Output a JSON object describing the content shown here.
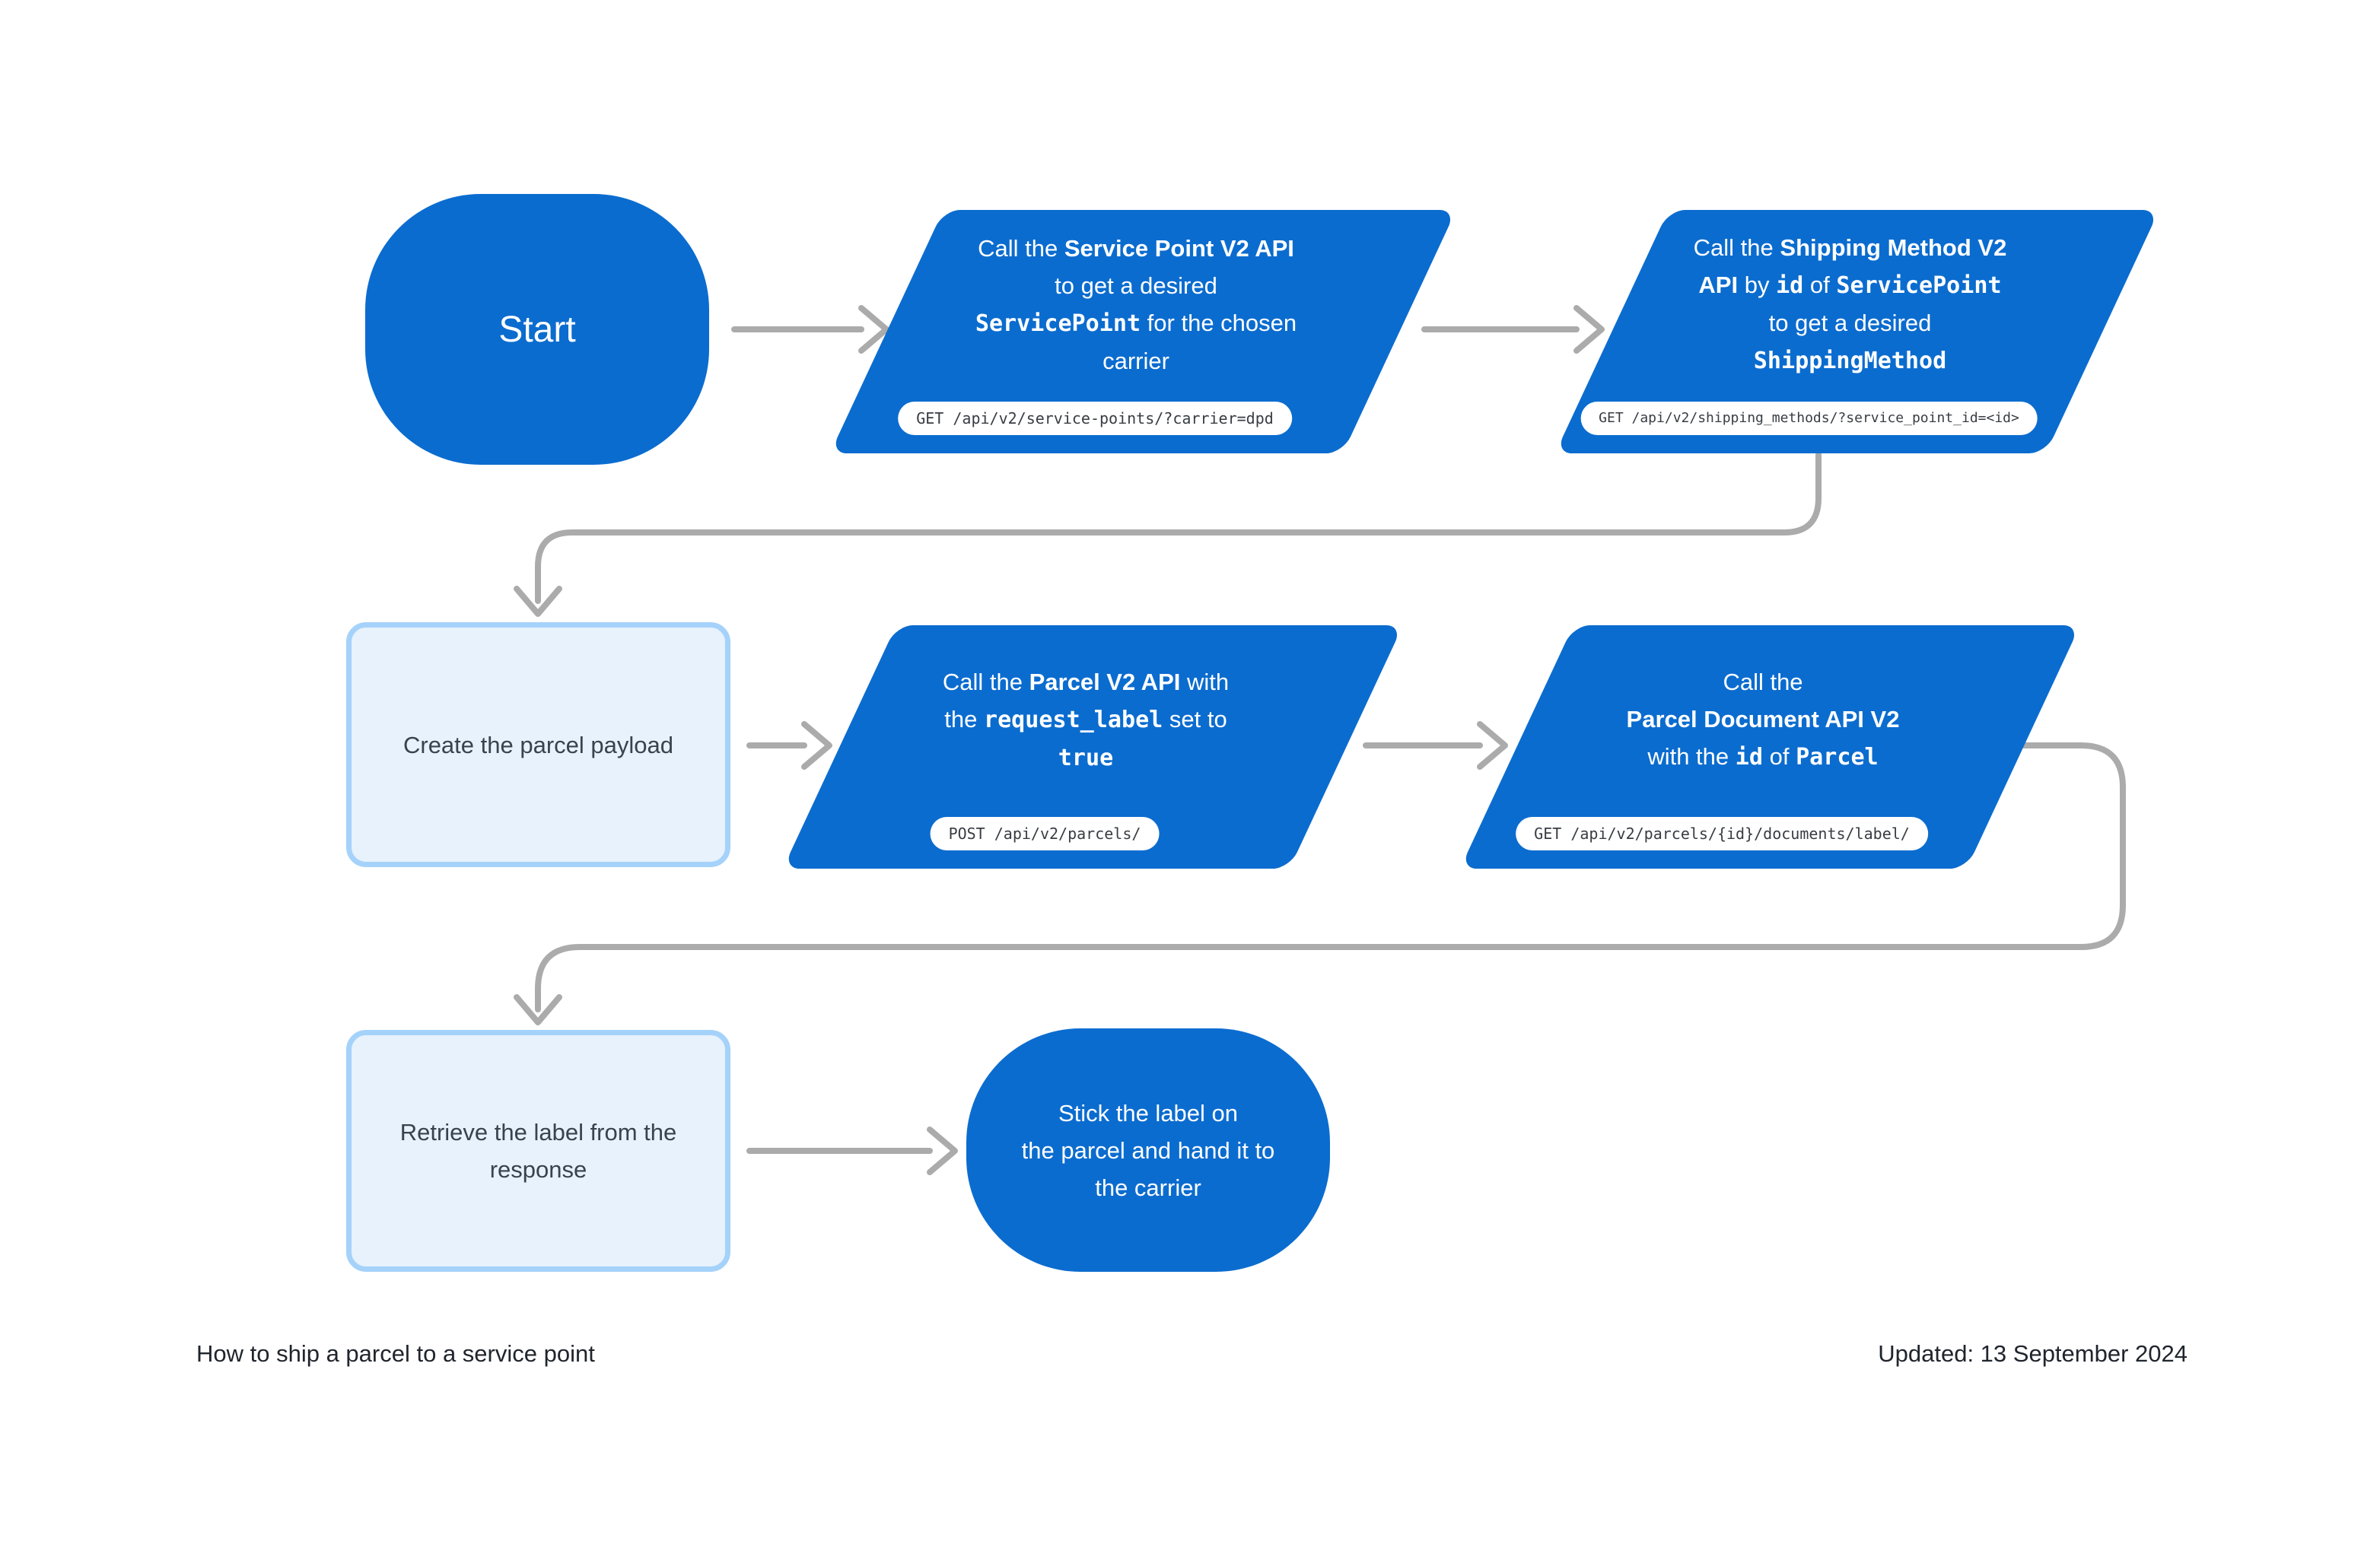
{
  "colors": {
    "primary_blue": "#0B6CCF",
    "light_fill": "#E7F2FC",
    "light_border": "#A5D2FA",
    "arrow_gray": "#ABABAB",
    "pill_bg": "#FFFFFF",
    "pill_text": "#383D44",
    "dark_text": "#3A424E",
    "caption_text": "#20252D"
  },
  "nodes": {
    "start": {
      "label": "Start"
    },
    "service_point_api": {
      "lines": [
        [
          {
            "t": "Call the ",
            "s": "r"
          },
          {
            "t": "Service Point V2 API",
            "s": "b"
          }
        ],
        [
          {
            "t": "to get a desired",
            "s": "r"
          }
        ],
        [
          {
            "t": "ServicePoint",
            "s": "m"
          },
          {
            "t": " for the chosen",
            "s": "r"
          }
        ],
        [
          {
            "t": "carrier",
            "s": "r"
          }
        ]
      ],
      "pill": "GET /api/v2/service-points/?carrier=dpd"
    },
    "shipping_method_api": {
      "lines": [
        [
          {
            "t": "Call the ",
            "s": "r"
          },
          {
            "t": "Shipping Method V2",
            "s": "b"
          }
        ],
        [
          {
            "t": "API",
            "s": "b"
          },
          {
            "t": " by ",
            "s": "r"
          },
          {
            "t": "id",
            "s": "m"
          },
          {
            "t": " of ",
            "s": "r"
          },
          {
            "t": "ServicePoint",
            "s": "m"
          }
        ],
        [
          {
            "t": "to get a desired",
            "s": "r"
          }
        ],
        [
          {
            "t": "ShippingMethod",
            "s": "m"
          }
        ]
      ],
      "pill": "GET /api/v2/shipping_methods/?service_point_id=<id>"
    },
    "create_payload": {
      "label": "Create the parcel payload"
    },
    "parcel_api": {
      "lines": [
        [
          {
            "t": "Call the ",
            "s": "r"
          },
          {
            "t": "Parcel V2 API",
            "s": "b"
          },
          {
            "t": " with",
            "s": "r"
          }
        ],
        [
          {
            "t": "the ",
            "s": "r"
          },
          {
            "t": "request_label",
            "s": "m"
          },
          {
            "t": " set to",
            "s": "r"
          }
        ],
        [
          {
            "t": "true",
            "s": "m"
          }
        ]
      ],
      "pill": "POST /api/v2/parcels/"
    },
    "parcel_document_api": {
      "lines": [
        [
          {
            "t": "Call the",
            "s": "r"
          }
        ],
        [
          {
            "t": "Parcel Document API V2",
            "s": "b"
          }
        ],
        [
          {
            "t": "with the ",
            "s": "r"
          },
          {
            "t": "id",
            "s": "m"
          },
          {
            "t": " of ",
            "s": "r"
          },
          {
            "t": "Parcel",
            "s": "m"
          }
        ]
      ],
      "pill": "GET /api/v2/parcels/{id}/documents/label/"
    },
    "retrieve_label": {
      "lines": [
        [
          {
            "t": "Retrieve the label from the",
            "s": "r"
          }
        ],
        [
          {
            "t": "response",
            "s": "r"
          }
        ]
      ]
    },
    "stick_label": {
      "lines": [
        [
          {
            "t": "Stick the label on",
            "s": "r"
          }
        ],
        [
          {
            "t": "the parcel and hand it to",
            "s": "r"
          }
        ],
        [
          {
            "t": "the carrier",
            "s": "r"
          }
        ]
      ]
    }
  },
  "footer": {
    "title": "How to ship a parcel to a service point",
    "updated": "Updated: 13 September 2024"
  }
}
